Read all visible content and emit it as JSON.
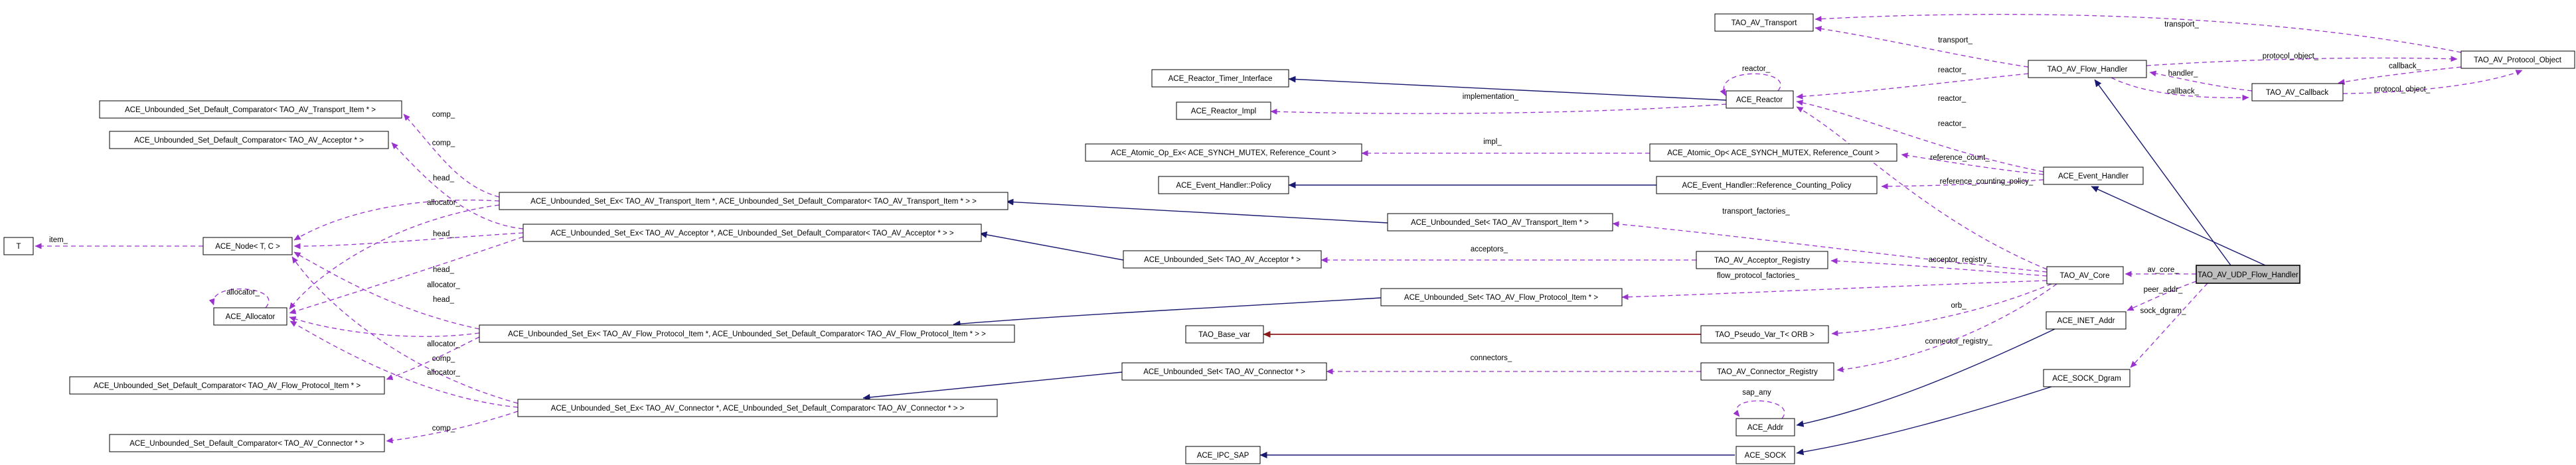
{
  "diagram": {
    "kind": "collaboration-graph",
    "main_class": "TAO_AV_UDP_Flow_Handler",
    "colors": {
      "usage_edge": "#9a32cd",
      "inheritance_edge": "#191970",
      "private_inheritance_edge": "#8b1a1a",
      "main_node_fill": "#bfbfbf",
      "node_fill": "#ffffff",
      "node_border": "#000000",
      "background": "#ffffff"
    }
  },
  "nodes": [
    {
      "id": "comp-transport",
      "label": "ACE_Unbounded_Set_Default_Comparator< TAO_AV_Transport_Item * >"
    },
    {
      "id": "comp-acceptor",
      "label": "ACE_Unbounded_Set_Default_Comparator< TAO_AV_Acceptor * >"
    },
    {
      "id": "t",
      "label": "T"
    },
    {
      "id": "node",
      "label": "ACE_Node< T, C >"
    },
    {
      "id": "allocator",
      "label": "ACE_Allocator"
    },
    {
      "id": "comp-flow",
      "label": "ACE_Unbounded_Set_Default_Comparator< TAO_AV_Flow_Protocol_Item * >"
    },
    {
      "id": "comp-connector",
      "label": "ACE_Unbounded_Set_Default_Comparator< TAO_AV_Connector * >"
    },
    {
      "id": "setex-transport",
      "label": "ACE_Unbounded_Set_Ex< TAO_AV_Transport_Item *, ACE_Unbounded_Set_Default_Comparator< TAO_AV_Transport_Item * > >"
    },
    {
      "id": "setex-acceptor",
      "label": "ACE_Unbounded_Set_Ex< TAO_AV_Acceptor *, ACE_Unbounded_Set_Default_Comparator< TAO_AV_Acceptor * > >"
    },
    {
      "id": "setex-flow",
      "label": "ACE_Unbounded_Set_Ex< TAO_AV_Flow_Protocol_Item *, ACE_Unbounded_Set_Default_Comparator< TAO_AV_Flow_Protocol_Item * > >"
    },
    {
      "id": "setex-connector",
      "label": "ACE_Unbounded_Set_Ex< TAO_AV_Connector *, ACE_Unbounded_Set_Default_Comparator< TAO_AV_Connector * > >"
    },
    {
      "id": "reactor-timer-interface",
      "label": "ACE_Reactor_Timer_Interface"
    },
    {
      "id": "reactor-impl",
      "label": "ACE_Reactor_Impl"
    },
    {
      "id": "atomic-op-ex",
      "label": "ACE_Atomic_Op_Ex< ACE_SYNCH_MUTEX, Reference_Count >"
    },
    {
      "id": "policy",
      "label": "ACE_Event_Handler::Policy"
    },
    {
      "id": "uset-transport",
      "label": "ACE_Unbounded_Set< TAO_AV_Transport_Item * >"
    },
    {
      "id": "uset-acceptor",
      "label": "ACE_Unbounded_Set< TAO_AV_Acceptor * >"
    },
    {
      "id": "uset-flow",
      "label": "ACE_Unbounded_Set< TAO_AV_Flow_Protocol_Item * >"
    },
    {
      "id": "base-var",
      "label": "TAO_Base_var"
    },
    {
      "id": "uset-connector",
      "label": "ACE_Unbounded_Set< TAO_AV_Connector * >"
    },
    {
      "id": "ipc-sap",
      "label": "ACE_IPC_SAP"
    },
    {
      "id": "atomic-op",
      "label": "ACE_Atomic_Op< ACE_SYNCH_MUTEX, Reference_Count >"
    },
    {
      "id": "ref-counting-policy",
      "label": "ACE_Event_Handler::Reference_Counting_Policy"
    },
    {
      "id": "acceptor-registry",
      "label": "TAO_AV_Acceptor_Registry"
    },
    {
      "id": "pseudo-var",
      "label": "TAO_Pseudo_Var_T< ORB >"
    },
    {
      "id": "connector-registry",
      "label": "TAO_AV_Connector_Registry"
    },
    {
      "id": "addr",
      "label": "ACE_Addr"
    },
    {
      "id": "sock",
      "label": "ACE_SOCK"
    },
    {
      "id": "reactor",
      "label": "ACE_Reactor"
    },
    {
      "id": "transport",
      "label": "TAO_AV_Transport"
    },
    {
      "id": "flow-handler",
      "label": "TAO_AV_Flow_Handler"
    },
    {
      "id": "event-handler",
      "label": "ACE_Event_Handler"
    },
    {
      "id": "core",
      "label": "TAO_AV_Core"
    },
    {
      "id": "inet-addr",
      "label": "ACE_INET_Addr"
    },
    {
      "id": "sock-dgram",
      "label": "ACE_SOCK_Dgram"
    },
    {
      "id": "udp-flow-handler",
      "label": "TAO_AV_UDP_Flow_Handler"
    },
    {
      "id": "callback",
      "label": "TAO_AV_Callback"
    },
    {
      "id": "protocol-object",
      "label": "TAO_AV_Protocol_Object"
    }
  ],
  "edge_labels": [
    {
      "text": "comp_"
    },
    {
      "text": "comp_"
    },
    {
      "text": "head_"
    },
    {
      "text": "allocator_"
    },
    {
      "text": "item_"
    },
    {
      "text": "head_"
    },
    {
      "text": "head_"
    },
    {
      "text": "allocator_"
    },
    {
      "text": "head_"
    },
    {
      "text": "allocator_"
    },
    {
      "text": "allocator_"
    },
    {
      "text": "comp_"
    },
    {
      "text": "allocator_"
    },
    {
      "text": "comp_"
    },
    {
      "text": "implementation_"
    },
    {
      "text": "impl_"
    },
    {
      "text": "reactor_"
    },
    {
      "text": "transport_"
    },
    {
      "text": "reactor_"
    },
    {
      "text": "reactor_"
    },
    {
      "text": "reactor_"
    },
    {
      "text": "reference_count_"
    },
    {
      "text": "reference_counting_policy_"
    },
    {
      "text": "transport_factories_"
    },
    {
      "text": "acceptors_"
    },
    {
      "text": "acceptor_registry_"
    },
    {
      "text": "flow_protocol_factories_"
    },
    {
      "text": "orb_"
    },
    {
      "text": "connector_registry_"
    },
    {
      "text": "connectors_"
    },
    {
      "text": "sap_any"
    },
    {
      "text": "transport_"
    },
    {
      "text": "protocol_object_"
    },
    {
      "text": "callback_"
    },
    {
      "text": "handler_"
    },
    {
      "text": "callback_"
    },
    {
      "text": "protocol_object_"
    },
    {
      "text": "av_core_"
    },
    {
      "text": "peer_addr_"
    },
    {
      "text": "sock_dgram_"
    }
  ]
}
